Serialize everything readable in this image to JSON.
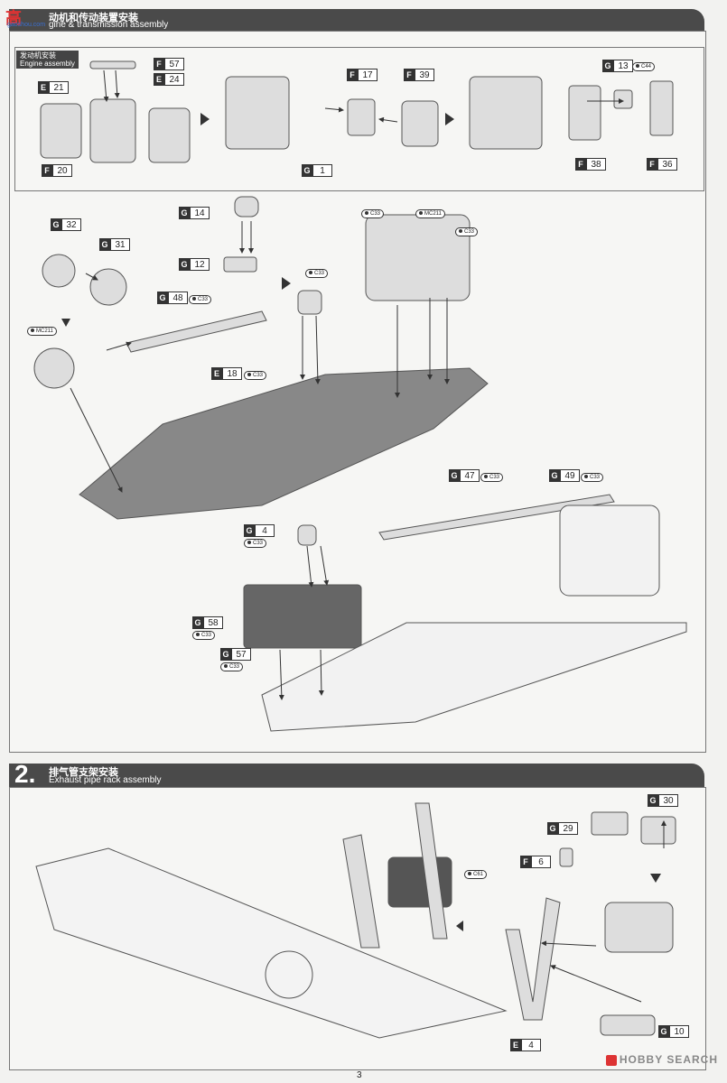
{
  "watermark": {
    "glyph": "高",
    "site": "gaoshou.com"
  },
  "step1": {
    "title_zh": "动机和传动装置安装",
    "title_en": "gine & transmission assembly"
  },
  "sub": {
    "label_zh": "发动机安装",
    "label_en": "Engine assembly"
  },
  "step2": {
    "number": "2.",
    "title_zh": "排气管支架安装",
    "title_en": "Exhaust pipe rack assembly"
  },
  "parts": {
    "F57": {
      "l": "F",
      "n": "57"
    },
    "E21": {
      "l": "E",
      "n": "21"
    },
    "E24": {
      "l": "E",
      "n": "24"
    },
    "F20": {
      "l": "F",
      "n": "20"
    },
    "F17": {
      "l": "F",
      "n": "17"
    },
    "F39": {
      "l": "F",
      "n": "39"
    },
    "G1": {
      "l": "G",
      "n": "1"
    },
    "G13": {
      "l": "G",
      "n": "13"
    },
    "F38": {
      "l": "F",
      "n": "38"
    },
    "F36": {
      "l": "F",
      "n": "36"
    },
    "G32": {
      "l": "G",
      "n": "32"
    },
    "G31": {
      "l": "G",
      "n": "31"
    },
    "G14": {
      "l": "G",
      "n": "14"
    },
    "G12": {
      "l": "G",
      "n": "12"
    },
    "G48": {
      "l": "G",
      "n": "48"
    },
    "E18": {
      "l": "E",
      "n": "18"
    },
    "G47": {
      "l": "G",
      "n": "47"
    },
    "G49": {
      "l": "G",
      "n": "49"
    },
    "G4": {
      "l": "G",
      "n": "4"
    },
    "G58": {
      "l": "G",
      "n": "58"
    },
    "G57": {
      "l": "G",
      "n": "57"
    },
    "G30": {
      "l": "G",
      "n": "30"
    },
    "G29": {
      "l": "G",
      "n": "29"
    },
    "F6": {
      "l": "F",
      "n": "6"
    },
    "E4": {
      "l": "E",
      "n": "4"
    },
    "G10": {
      "l": "G",
      "n": "10"
    }
  },
  "paints": {
    "c33": "C33",
    "c44": "C44",
    "c61": "C61",
    "mc211": "MC211"
  },
  "footer": {
    "brand": "HOBBY SEARCH",
    "page": "3"
  }
}
